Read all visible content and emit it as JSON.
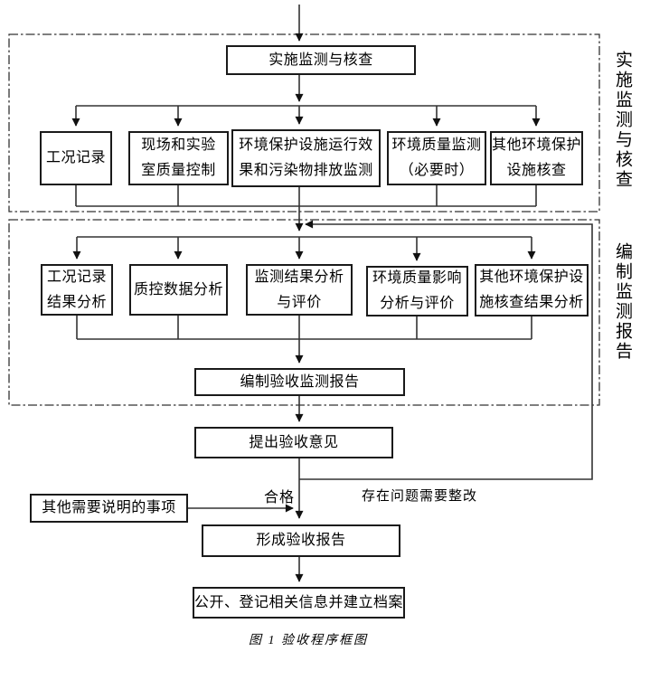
{
  "diagram": {
    "title_caption": "图 1 验收程序框图",
    "stages": {
      "stage1_side_label": "实施监测与核查",
      "stage2_side_label": "编制监测报告"
    },
    "boxes": {
      "implement": "实施监测与核查",
      "r1b1": "工况记录",
      "r1b2": "现场和实验\n室质量控制",
      "r1b3": "环境保护设施运行效\n果和污染物排放监测",
      "r1b4": "环境质量监测\n（必要时）",
      "r1b5": "其他环境保护\n设施核查",
      "r2b1": "工况记录\n结果分析",
      "r2b2": "质控数据分析",
      "r2b3": "监测结果分析\n与评价",
      "r2b4": "环境质量影响\n分析与评价",
      "r2b5": "其他环境保护设\n施核查结果分析",
      "compile_report": "编制验收监测报告",
      "propose_opinion": "提出验收意见",
      "other_notes": "其他需要说明的事项",
      "form_report": "形成验收报告",
      "publish_archive": "公开、登记相关信息并建立档案"
    },
    "edge_labels": {
      "pass": "合格",
      "rework": "存在问题需要整改"
    },
    "colors": {
      "background": "#ffffff",
      "line": "#333333",
      "box_border": "#1a1a1a",
      "text": "#000000"
    }
  }
}
